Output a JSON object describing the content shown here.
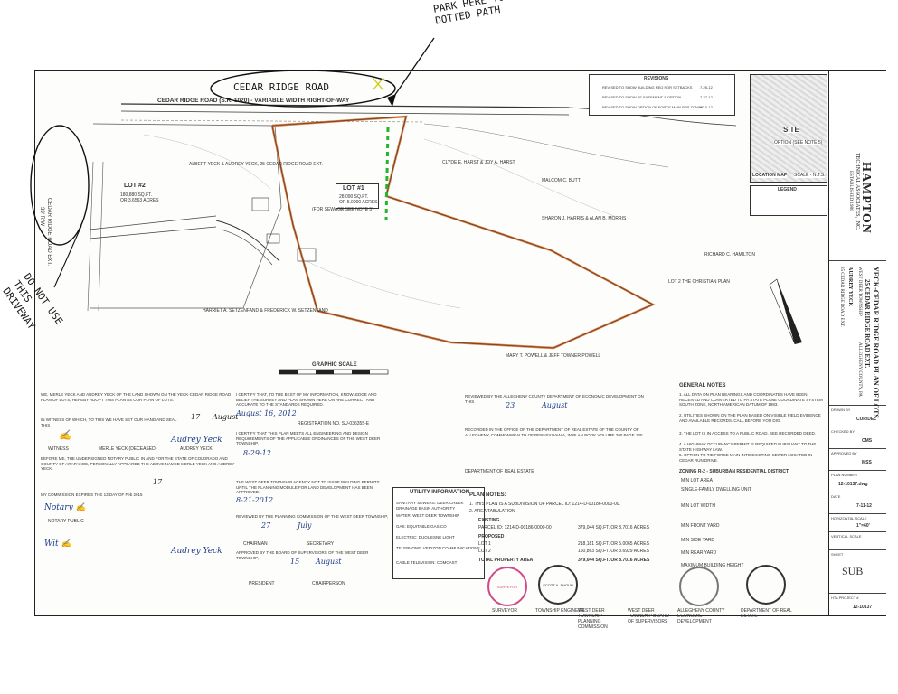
{
  "annotations": {
    "road_label": "CEDAR RIDGE ROAD",
    "park_note": "PARK HERE TO WALK UP DOTTED PATH",
    "driveway_note": "DO NOT USE THIS DRIVEWAY"
  },
  "map": {
    "road_title": "CEDAR RIDGE ROAD (S.R. 1020) - VARIABLE WIDTH RIGHT-OF-WAY",
    "side_road": "CEDAR RIDGE ROAD EXT.",
    "side_road_width": "33' R/W",
    "lot2": {
      "name": "LOT #2",
      "area": "180,880 SQ.FT.",
      "acres": "OR 3.6563 ACRES"
    },
    "lot1": {
      "name": "LOT #1",
      "area": "28,090 SQ.FT.",
      "acres": "OR 5.0000 ACRES"
    },
    "sewage_note": "(FOR SEWAGE SEE NOTE 5)",
    "graphic_scale": "GRAPHIC SCALE",
    "location_map": "LOCATION MAP",
    "location_scale": "SCALE - N.T.S.",
    "site": "SITE",
    "option_note": "OPTION (SEE NOTE 5)",
    "legend": "LEGEND",
    "neighbors": [
      "ALBERT YECK & AUDREY YECK, 25 CEDAR RIDGE ROAD EXT.",
      "CLYDE E. HARST & JOY A. HARST",
      "MALCOM C. BUTT",
      "SHARON J. HARRIS & ALAN B. MORRIS",
      "LOT 2 THE CHRISTIAN PLAN",
      "RICHARD C. HAMILTON",
      "HARRIET A. SETZENFAND & FREDERICK W. SETZENFAND",
      "MARY T. POWELL & JEFF TOWNER POWELL"
    ]
  },
  "revisions": {
    "title": "REVISIONS",
    "rows": [
      {
        "desc": "REVISED TO SHOW BUILDING REQ FOR SETBACKS",
        "date": "7-25-12"
      },
      {
        "desc": "REVISED TO SHOW 20' EASEMENT & OPTION",
        "date": "7-27-12"
      },
      {
        "desc": "REVISED TO SHOW OPTION OF FORCE MAIN PER ZONING",
        "date": "8-10-12"
      }
    ]
  },
  "titleblock": {
    "firm": "HAMPTON",
    "firm_sub": "TECHNICAL ASSOCIATES, INC.",
    "established": "ESTABLISHED 1980",
    "plan_title": "YECK-CEDAR RIDGE ROAD PLAN OF LOTS",
    "address": "25 CEDAR RIDGE ROAD EXT.",
    "township": "WEST DEER TOWNSHIP",
    "county": "ALLEGHENY COUNTY, PA",
    "owner": "AUDREY YECK",
    "owner_address": "25 CEDAR RIDGE ROAD EXT.",
    "fields": [
      {
        "label": "DRAWN BY",
        "value": "CUR/DEL"
      },
      {
        "label": "CHECKED BY",
        "value": "CMS"
      },
      {
        "label": "APPROVED BY",
        "value": "MSS"
      },
      {
        "label": "PLAN NUMBER",
        "value": "12-10137.dwg"
      },
      {
        "label": "DATE",
        "value": "7-11-12"
      },
      {
        "label": "HORIZONTAL SCALE",
        "value": "1\"=60'"
      },
      {
        "label": "VERTICAL SCALE",
        "value": ""
      },
      {
        "label": "SHEET",
        "value": "SUB"
      },
      {
        "label": "HTA PROJECT #",
        "value": "12-10137"
      }
    ]
  },
  "general_notes": {
    "title": "GENERAL NOTES",
    "items": [
      "1. ALL DATA ON PLAN BEARINGS AND COORDINATES HAVE BEEN RECEIVED AND CONVERTED TO PA STATE PLANE COORDINATE SYSTEM SOUTH ZONE, NORTH AMERICAN DATUM OF 1983.",
      "2. UTILITIES SHOWN ON THE PLAN BASED ON VISIBLE FIELD EVIDENCE AND AVAILABLE RECORDS. CALL BEFORE YOU DIG.",
      "3. THE LOT IS IN ACCESS TO A PUBLIC ROAD. SEE RECORDED DEED.",
      "4. A HIGHWAY OCCUPANCY PERMIT IS REQUIRED PURSUANT TO THE STATE HIGHWAY LAW.",
      "5. OPTION TO TIE FORCE MAIN INTO EXISTING SEWER LOCATED IN CEDAR RUN DRIVE."
    ]
  },
  "zoning": {
    "title": "ZONING R-2 - SUBURBAN RESIDENTIAL DISTRICT",
    "rows": [
      "MIN LOT AREA",
      "SINGLE-FAMILY DWELLING UNIT",
      "MIN LOT WIDTH",
      "MIN FRONT YARD",
      "MIN SIDE YARD",
      "MIN REAR YARD",
      "MAXIMUM BUILDING HEIGHT"
    ]
  },
  "plan_notes": {
    "title": "PLAN NOTES:",
    "note1": "1. THIS PLAN IS A SUBDIVISION OF PARCEL ID: 1214-D-00186-0000-00.",
    "note2": "2. AREA TABULATION",
    "existing": "EXISTING",
    "parcel_line": "PARCEL ID: 1214-D-00186-0000-00",
    "parcel_area": "379,044 SQ.FT. OR 8.7016 ACRES",
    "proposed": "PROPOSED",
    "lot1_line": "LOT 1",
    "lot1_area": "218,181 SQ.FT. OR 5.0065 ACRES",
    "lot2_line": "LOT 2",
    "lot2_area": "160,863 SQ.FT. OR 3.6929 ACRES",
    "total_line": "TOTAL PROPERTY AREA",
    "total_area": "379,044 SQ.FT. OR 8.7016 ACRES"
  },
  "utility": {
    "title": "UTILITY INFORMATION",
    "entries": [
      "SANITARY SEWERS: DEER CREEK DRAINAGE BASIN AUTHORITY",
      "WATER: WEST DEER TOWNSHIP",
      "GAS: EQUITABLE GAS CO",
      "ELECTRIC: DUQUESNE LIGHT",
      "TELEPHONE: VERIZON COMMUNICATIONS",
      "CABLE TELEVISION: COMCAST"
    ]
  },
  "certifications": {
    "owner_text": "WE, MERLE YECK AND AUDREY YECK OF THE LAND SHOWN ON THE YECK-CEDAR RIDGE ROAD PLAN OF LOTS, HEREBY ADOPT THIS PLAN AS OUR PLAN OF LOTS.",
    "witness_text": "IN WITNESS OF WHICH, TO THIS WE HAVE SET OUR HAND AND SEAL THIS",
    "notary_text": "BEFORE ME, THE UNDERSIGNED NOTARY PUBLIC IN AND FOR THE STATE OF COLORADO AND COUNTY OF ARAPAHOE, PERSONALLY APPEARED THE ABOVE NAMED MERLE YECK AND AUDREY YECK.",
    "commission_text": "MY COMMISSION EXPIRES THE 13 DAY OF Feb 2015",
    "surveyor_text": "I CERTIFY THAT, TO THE BEST OF MY INFORMATION, KNOWLEDGE AND BELIEF THE SURVEY AND PLAN SHOWN HERE ON ARE CORRECT AND ACCURATE TO THE STANDARDS REQUIRED.",
    "engineer_text": "I CERTIFY THAT THIS PLAN MEETS ALL ENGINEERING AND DESIGN REQUIREMENTS OF THE APPLICABLE ORDINANCES OF THE WEST DEER TOWNSHIP.",
    "sewage_text": "THE WEST DEER TOWNSHIP AGENCY NOT TO ISSUE BUILDING PERMITS UNTIL THE PLANNING MODULE FOR LAND DEVELOPMENT HAS BEEN APPROVED.",
    "planning_text": "REVIEWED BY THE PLANNING COMMISSION OF THE WEST DEER TOWNSHIP,",
    "supervisors_text": "APPROVED BY THE BOARD OF SUPERVISORS OF THE WEST DEER TOWNSHIP,",
    "county_text": "REVIEWED BY THE ALLEGHENY COUNTY DEPARTMENT OF ECONOMIC DEVELOPMENT ON THIS",
    "recorded_text": "RECORDED IN THE OFFICE OF THE DEPARTMENT OF REAL ESTATE OF THE COUNTY OF ALLEGHENY, COMMONWEALTH OF PENNSYLVANIA, IN PLAN BOOK VOLUME 290 PAGE 130.",
    "dept_label": "DEPARTMENT OF REAL ESTATE",
    "merle": "MERLE YECK (DECEASED)",
    "audrey": "AUDREY YECK",
    "witness": "WITNESS",
    "notary": "NOTARY PUBLIC",
    "registration": "REGISTRATION NO. SU-036355-E",
    "chairman": "CHAIRMAN",
    "secretary": "SECRETARY",
    "chairperson": "CHAIRPERSON",
    "president": "PRESIDENT"
  },
  "signatures": {
    "date1": "August 16, 2012",
    "date2": "8-29-12",
    "date3": "8-21-2012",
    "day27": "27",
    "july": "July",
    "day15": "15",
    "august": "August",
    "county_day": "23",
    "county_month": "August",
    "day17": "17",
    "month_aug": "August",
    "notary_day": "17"
  },
  "seals": {
    "surveyor": "SURVEYOR",
    "township_engineer": "TOWNSHIP ENGINEER",
    "planning": "WEST DEER TOWNSHIP PLANNING COMMISSION",
    "supervisors": "WEST DEER TOWNSHIP BOARD OF SUPERVISORS",
    "county_econ": "ALLEGHENY COUNTY ECONOMIC DEVELOPMENT",
    "real_estate": "DEPARTMENT OF REAL ESTATE",
    "engineer_name": "SCOTT A. SHOUP"
  }
}
